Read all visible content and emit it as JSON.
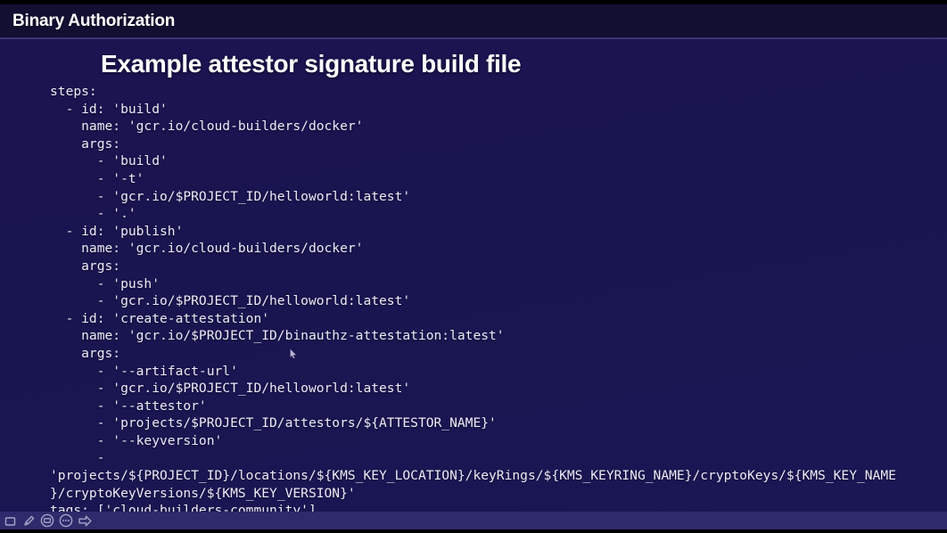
{
  "header": {
    "title": "Binary Authorization"
  },
  "slide": {
    "title": "Example attestor signature build file",
    "background_color": "#191450",
    "header_color": "#130f33",
    "text_color": "#eceaf6",
    "accent_divider_color": "#3b3470"
  },
  "code": {
    "language": "yaml",
    "filename_hint": "cloudbuild.yaml",
    "lines": [
      "steps:",
      "  - id: 'build'",
      "    name: 'gcr.io/cloud-builders/docker'",
      "    args:",
      "      - 'build'",
      "      - '-t'",
      "      - 'gcr.io/$PROJECT_ID/helloworld:latest'",
      "      - '.'",
      "  - id: 'publish'",
      "    name: 'gcr.io/cloud-builders/docker'",
      "    args:",
      "      - 'push'",
      "      - 'gcr.io/$PROJECT_ID/helloworld:latest'",
      "  - id: 'create-attestation'",
      "    name: 'gcr.io/$PROJECT_ID/binauthz-attestation:latest'",
      "    args:",
      "      - '--artifact-url'",
      "      - 'gcr.io/$PROJECT_ID/helloworld:latest'",
      "      - '--attestor'",
      "      - 'projects/$PROJECT_ID/attestors/${ATTESTOR_NAME}'",
      "      - '--keyversion'",
      "      -",
      "'projects/${PROJECT_ID}/locations/${KMS_KEY_LOCATION}/keyRings/${KMS_KEYRING_NAME}/cryptoKeys/${KMS_KEY_NAME",
      "}/cryptoKeyVersions/${KMS_KEY_VERSION}'",
      "tags: ['cloud-builders-community']"
    ]
  },
  "toolbar": {
    "items": [
      {
        "name": "slide-frame-icon",
        "label": "Slide"
      },
      {
        "name": "pen-icon",
        "label": "Pen"
      },
      {
        "name": "screen-icon",
        "label": "Screen"
      },
      {
        "name": "more-options-icon",
        "label": "More options"
      },
      {
        "name": "next-slide-arrow-icon",
        "label": "Next slide"
      }
    ]
  }
}
